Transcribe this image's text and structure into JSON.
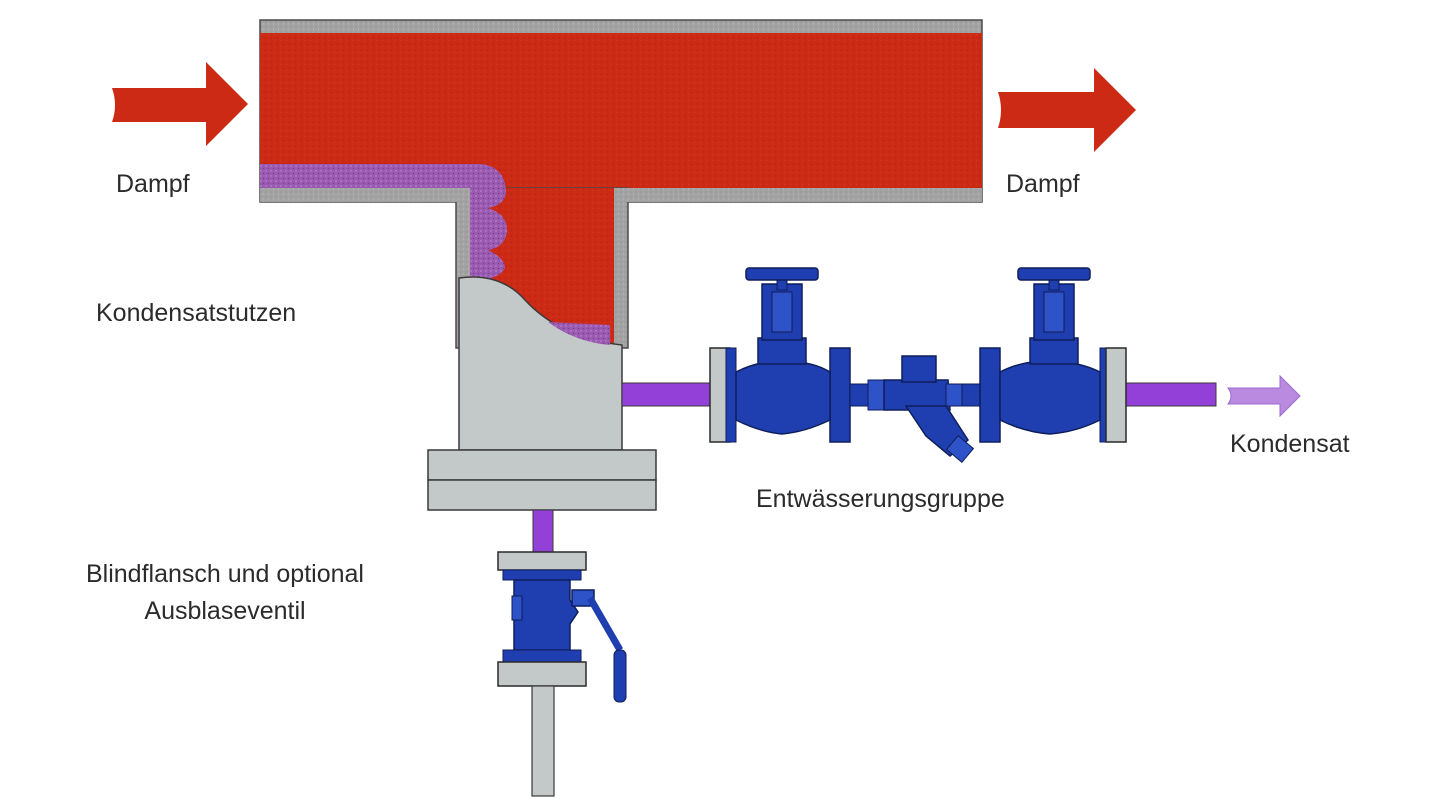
{
  "labels": {
    "steam_in": "Dampf",
    "steam_out": "Dampf",
    "condensate_nozzle": "Kondensatstutzen",
    "blind_flange_line1": "Blindflansch und optional",
    "blind_flange_line2": "Ausblaseventil",
    "drainage_group": "Entwässerungsgruppe",
    "condensate": "Kondensat"
  },
  "colors": {
    "steam": "#cc2a14",
    "condensate": "#9a5ab2",
    "pipe_wall": "#a0a0a0",
    "nozzle_fill": "#c3c8c8",
    "valve_blue": "#1f3fb0",
    "condensate_line": "#9340d8"
  },
  "icons": [
    "steam-inlet-arrow",
    "steam-outlet-arrow",
    "condensate-outlet-arrow",
    "globe-valve-icon",
    "strainer-icon",
    "ball-valve-icon"
  ]
}
